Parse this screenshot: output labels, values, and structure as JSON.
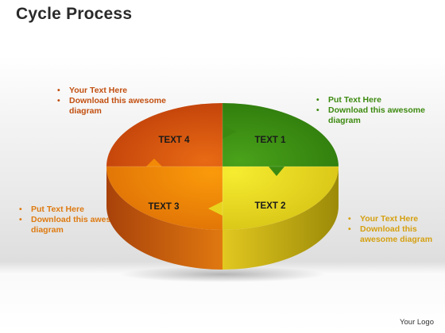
{
  "slide": {
    "title": "Cycle Process",
    "logo_text": "Your Logo"
  },
  "segments": [
    {
      "label": "TEXT 1",
      "color": "#3a8a12"
    },
    {
      "label": "TEXT 2",
      "color": "#e2d21c"
    },
    {
      "label": "TEXT 3",
      "color": "#f28a06"
    },
    {
      "label": "TEXT 4",
      "color": "#d45a0e"
    }
  ],
  "callouts": {
    "top_left": {
      "items": [
        "Your Text Here",
        "Download this awesome diagram"
      ]
    },
    "top_right": {
      "items": [
        "Put  Text Here",
        "Download this awesome diagram"
      ]
    },
    "bottom_left": {
      "items": [
        "Put  Text Here",
        "Download this awesome diagram"
      ]
    },
    "bottom_right": {
      "items": [
        "Your Text Here",
        "Download this awesome diagram"
      ]
    }
  }
}
